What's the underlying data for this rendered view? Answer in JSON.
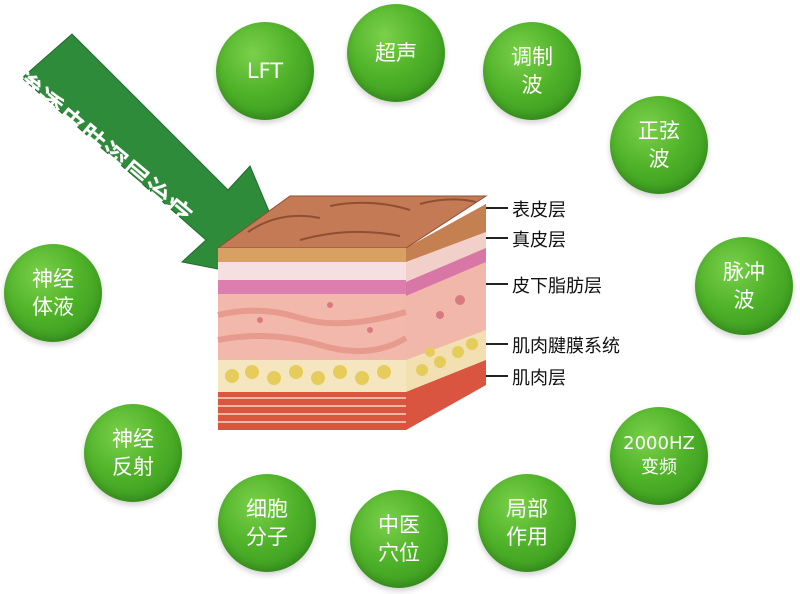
{
  "arrow": {
    "label": "渗透皮肤深层治疗",
    "color": "#2e8b3a"
  },
  "colors": {
    "bubble": "#4fb229",
    "bubble_dark": "#2f8f1a"
  },
  "bubbles": {
    "lft": "LFT",
    "ultrasound": "超声",
    "modulated_wave": "调制\n波",
    "sine_wave": "正弦\n波",
    "pulse_wave": "脉冲\n波",
    "freq_2000hz": "2000HZ\n变频",
    "local_effect": "局部\n作用",
    "tcm_acupoint": "中医\n穴位",
    "cell_molecule": "细胞\n分子",
    "nerve_reflex": "神经\n反射",
    "nerve_fluid": "神经\n体液"
  },
  "layers": {
    "epidermis": "表皮层",
    "dermis": "真皮层",
    "subcutaneous_fat": "皮下脂肪层",
    "muscle_fascia": "肌肉腱膜系统",
    "muscle": "肌肉层"
  }
}
